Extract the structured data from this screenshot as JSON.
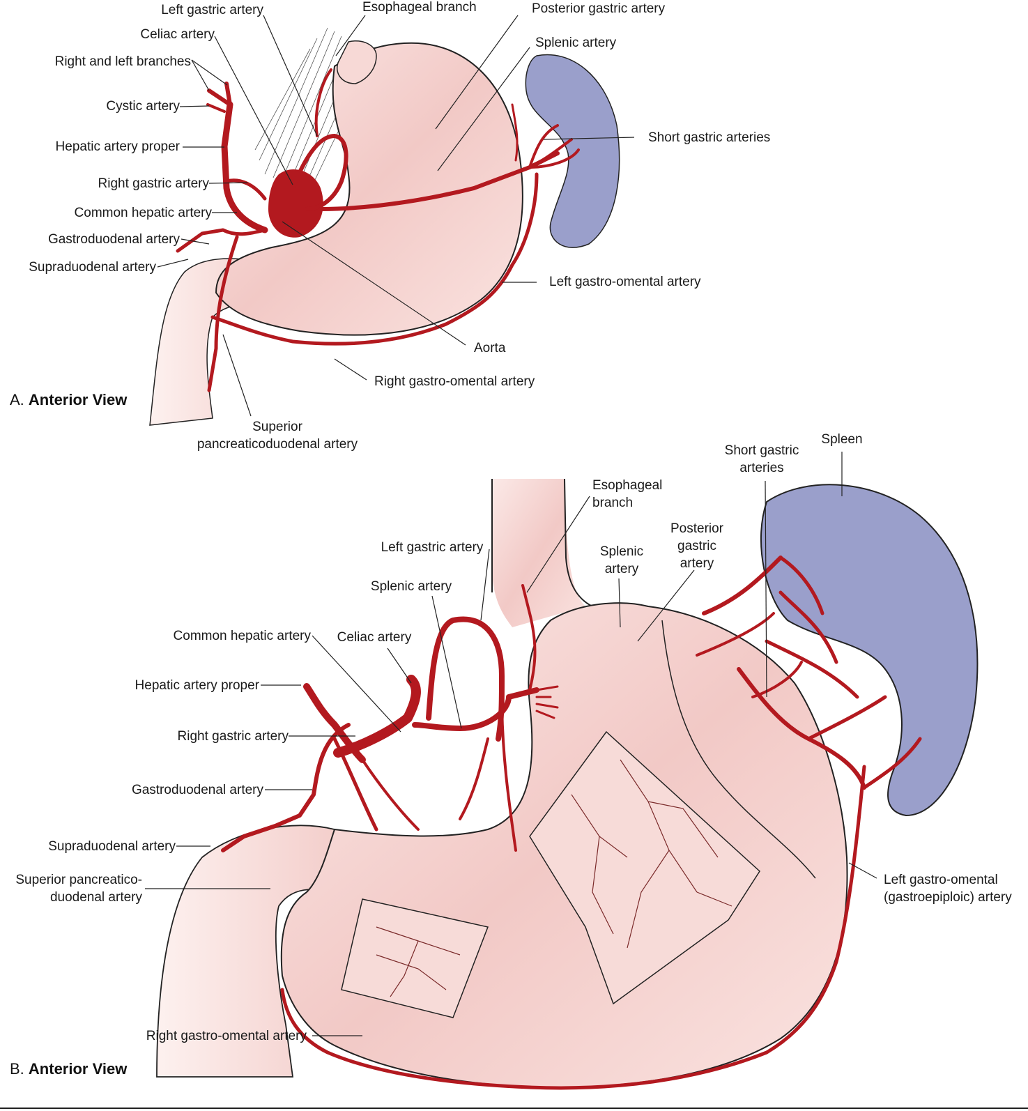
{
  "colors": {
    "stomach": "#f2c9c6",
    "stomach_light": "#fbe9e7",
    "artery": "#b3191f",
    "spleen": "#9a9fcb",
    "outline": "#222222"
  },
  "panel_a": {
    "letter": "A.",
    "view": "Anterior View",
    "labels": {
      "left_gastric": "Left gastric artery",
      "esophageal": "Esophageal branch",
      "posterior_gastric": "Posterior gastric artery",
      "celiac": "Celiac artery",
      "splenic": "Splenic artery",
      "right_left_branches": "Right and left branches",
      "cystic": "Cystic artery",
      "short_gastric": "Short gastric arteries",
      "hepatic_proper": "Hepatic artery proper",
      "right_gastric": "Right gastric artery",
      "common_hepatic": "Common hepatic artery",
      "gastroduodenal": "Gastroduodenal artery",
      "supraduodenal": "Supraduodenal artery",
      "left_gastro_omental": "Left gastro-omental artery",
      "aorta": "Aorta",
      "right_gastro_omental": "Right gastro-omental artery",
      "sup_pancreatico_1": "Superior",
      "sup_pancreatico_2": "pancreaticoduodenal artery"
    }
  },
  "panel_b": {
    "letter": "B.",
    "view": "Anterior View",
    "labels": {
      "spleen": "Spleen",
      "short_gastric_1": "Short gastric",
      "short_gastric_2": "arteries",
      "esophageal_1": "Esophageal",
      "esophageal_2": "branch",
      "posterior_gastric_1": "Posterior",
      "posterior_gastric_2": "gastric",
      "posterior_gastric_3": "artery",
      "left_gastric": "Left gastric artery",
      "splenic_1": "Splenic",
      "splenic_2": "artery",
      "splenic_artery": "Splenic artery",
      "common_hepatic": "Common hepatic artery",
      "celiac": "Celiac artery",
      "hepatic_proper": "Hepatic artery proper",
      "right_gastric": "Right gastric artery",
      "gastroduodenal": "Gastroduodenal artery",
      "supraduodenal": "Supraduodenal artery",
      "sup_pancreatico_1": "Superior pancreatico-",
      "sup_pancreatico_2": "duodenal artery",
      "left_gastro_omental_1": "Left gastro-omental",
      "left_gastro_omental_2": "(gastroepiploic) artery",
      "right_gastro_omental": "Right gastro-omental artery"
    }
  }
}
